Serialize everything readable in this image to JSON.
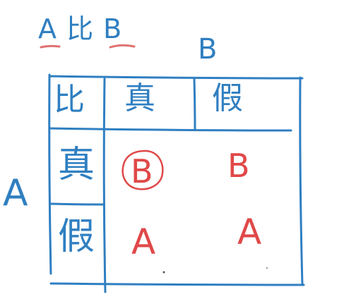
{
  "title": "A 比 B",
  "column_player": "B",
  "row_player": "A",
  "table": {
    "corner": "比",
    "col_headers": [
      "真",
      "假"
    ],
    "row_headers": [
      "真",
      "假"
    ],
    "cells": [
      [
        "B",
        "B"
      ],
      [
        "A",
        "A"
      ]
    ]
  },
  "colors": {
    "ink_blue": "#2f7fc1",
    "ink_red": "#e04848",
    "underline_red": "#e07070"
  }
}
